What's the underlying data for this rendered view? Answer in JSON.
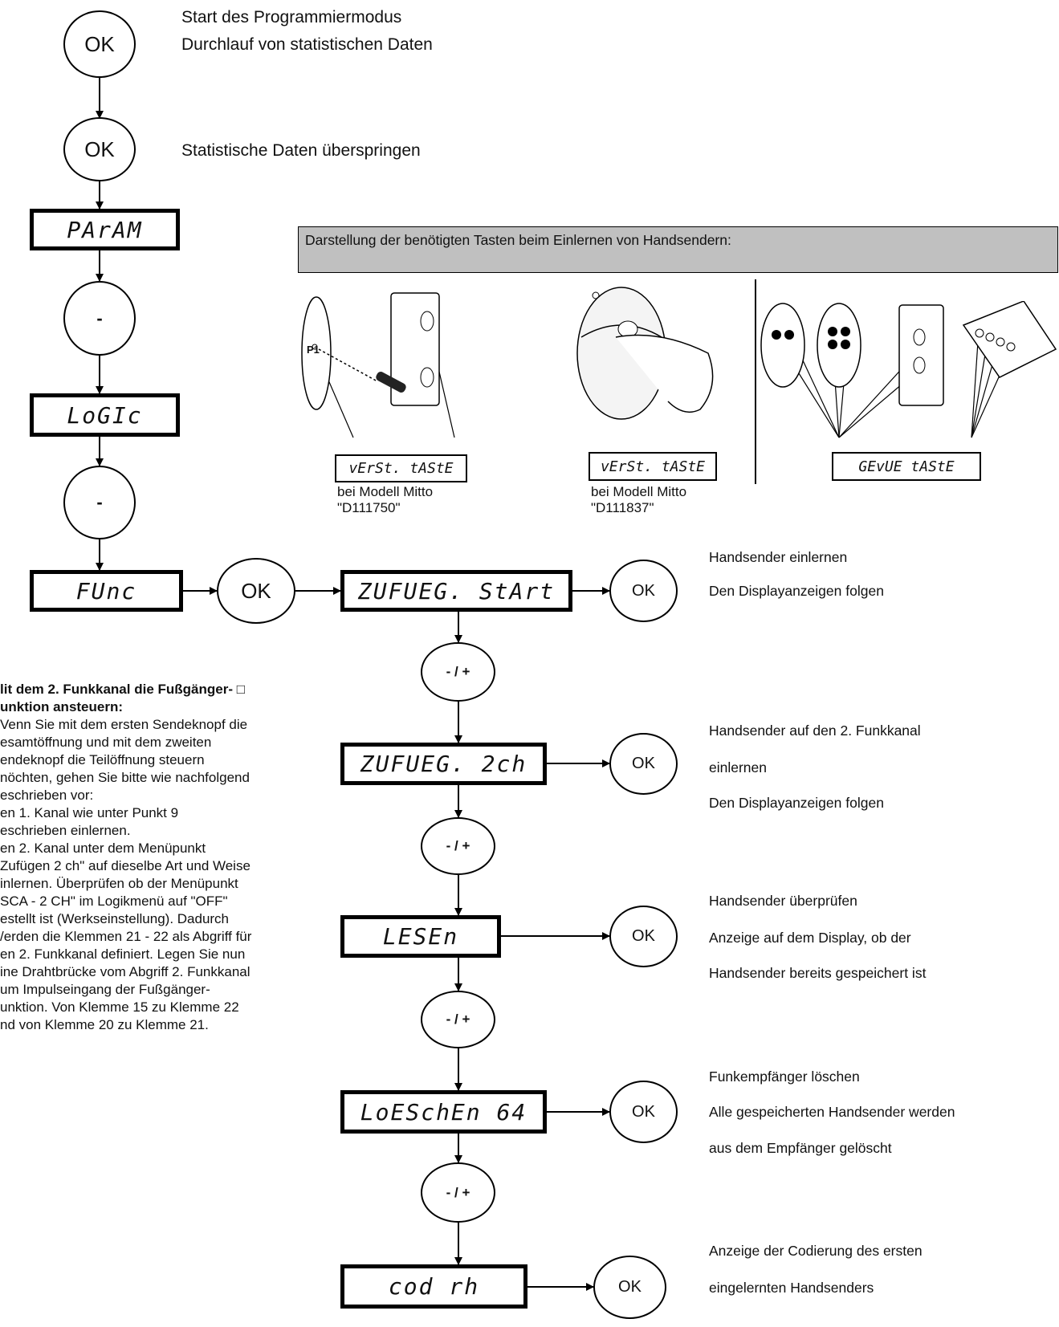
{
  "top": {
    "ok1_label": "OK",
    "ok2_label": "OK",
    "desc_start": "Start des Programmiermodus",
    "desc_stats": "Durchlauf von statistischen Daten",
    "desc_skip": "Statistische Daten überspringen"
  },
  "left": {
    "param_display": "PArAM",
    "minus1": "-",
    "logic_display": "LoGIc",
    "minus2": "-",
    "func_display": "FUnc",
    "func_ok": "OK"
  },
  "banner": {
    "title": "Darstellung der benötigten Tasten beim Einlernen von Handsendern:"
  },
  "pictures": {
    "p1_label": "P1",
    "disp1": "vErSt. tAStE",
    "cap1_line1": "bei Modell Mitto",
    "cap1_line2": "\"D111750\"",
    "disp2": "vErSt. tAStE",
    "cap2_line1": "bei Modell Mitto",
    "cap2_line2": "\"D111837\"",
    "disp3": "GEvUE tAStE"
  },
  "flow": {
    "steps": [
      {
        "display": "ZUFUEG. StArt",
        "ok": "OK",
        "desc": [
          "Handsender einlernen",
          "Den Displayanzeigen folgen"
        ]
      },
      {
        "display": "ZUFUEG. 2ch",
        "ok": "OK",
        "desc": [
          "Handsender auf den 2. Funkkanal",
          "einlernen",
          "Den Displayanzeigen folgen"
        ]
      },
      {
        "display": "LESEn",
        "ok": "OK",
        "desc": [
          "Handsender überprüfen",
          "Anzeige auf dem Display, ob der",
          "Handsender bereits gespeichert ist"
        ]
      },
      {
        "display": "LoESchEn 64",
        "ok": "OK",
        "desc": [
          "Funkempfänger löschen",
          "Alle gespeicherten Handsender werden",
          "aus dem Empfänger gelöscht"
        ]
      },
      {
        "display": "cod rh",
        "ok": "OK",
        "desc": [
          "Anzeige der Codierung des ersten",
          "eingelernten Handsenders"
        ]
      }
    ],
    "nav_label": "- / +"
  },
  "side": {
    "heading": [
      "lit dem 2. Funkkanal die Fußgänger- □",
      "unktion ansteuern:"
    ],
    "lines": [
      "Venn Sie mit dem ersten Sendeknopf die",
      "esamtöffnung und mit dem zweiten",
      "endeknopf die Teilöffnung steuern",
      "nöchten, gehen Sie bitte wie nachfolgend",
      "eschrieben vor:",
      "en 1. Kanal wie unter Punkt 9",
      "eschrieben einlernen.",
      "en 2. Kanal unter dem Menüpunkt",
      "Zufügen 2 ch\" auf dieselbe Art und Weise",
      "inlernen. Überprüfen ob der Menüpunkt",
      "SCA - 2 CH\" im Logikmenü auf \"OFF\"",
      "estellt ist (Werkseinstellung). Dadurch",
      "/erden die Klemmen 21 - 22 als Abgriff für",
      "en 2. Funkkanal definiert. Legen Sie nun",
      "ine Drahtbrücke vom Abgriff 2. Funkkanal",
      "um Impulseingang der Fußgänger-",
      "unktion. Von Klemme 15 zu Klemme 22",
      "nd von Klemme 20 zu Klemme 21."
    ]
  }
}
